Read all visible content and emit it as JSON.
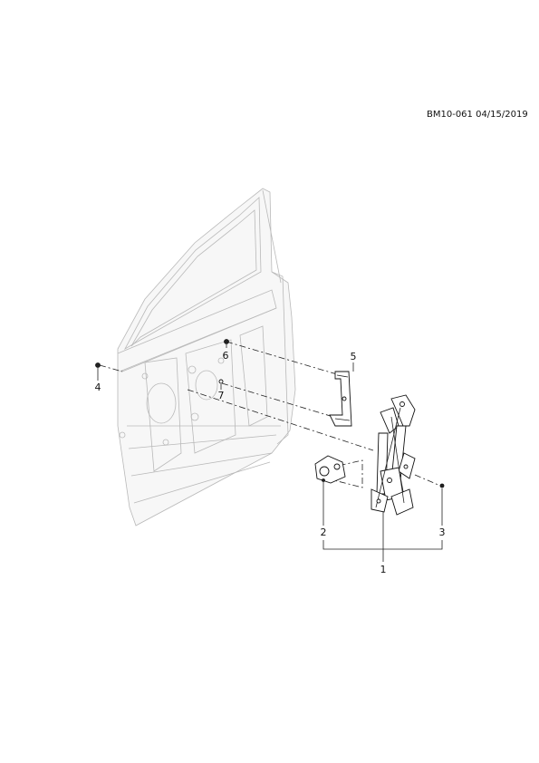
{
  "header": {
    "reference": "BM10-061 04/15/2019"
  },
  "callouts": [
    "1",
    "2",
    "3",
    "4",
    "5",
    "6",
    "7"
  ]
}
